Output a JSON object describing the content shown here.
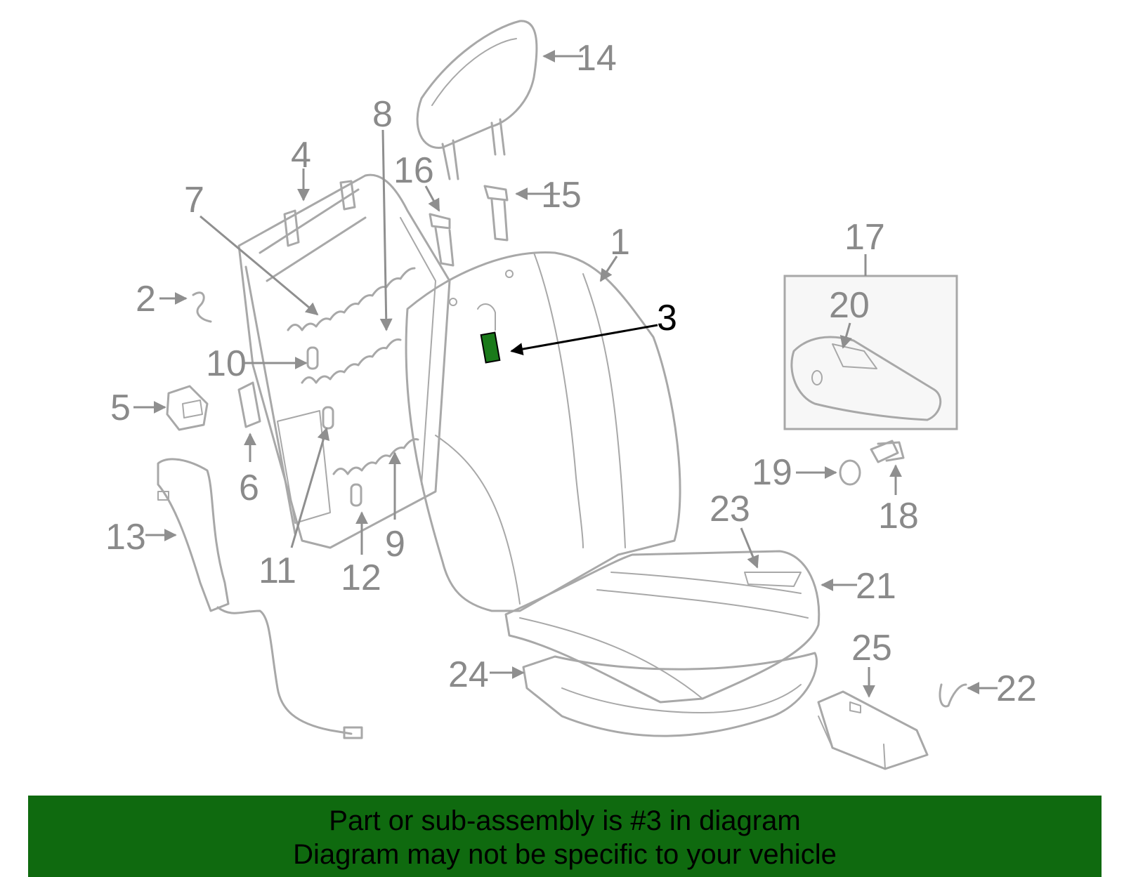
{
  "callouts": {
    "c1": "1",
    "c2": "2",
    "c3": "3",
    "c4": "4",
    "c5": "5",
    "c6": "6",
    "c7": "7",
    "c8": "8",
    "c9": "9",
    "c10": "10",
    "c11": "11",
    "c12": "12",
    "c13": "13",
    "c14": "14",
    "c15": "15",
    "c16": "16",
    "c17": "17",
    "c18": "18",
    "c19": "19",
    "c20": "20",
    "c21": "21",
    "c22": "22",
    "c23": "23",
    "c24": "24",
    "c25": "25"
  },
  "highlight": {
    "part_number": "3",
    "color": "#1a7a1a"
  },
  "footer": {
    "line1": "Part or sub-assembly is #3 in diagram",
    "line2": "Diagram may not be specific to your vehicle",
    "background": "#0f6a0f"
  }
}
